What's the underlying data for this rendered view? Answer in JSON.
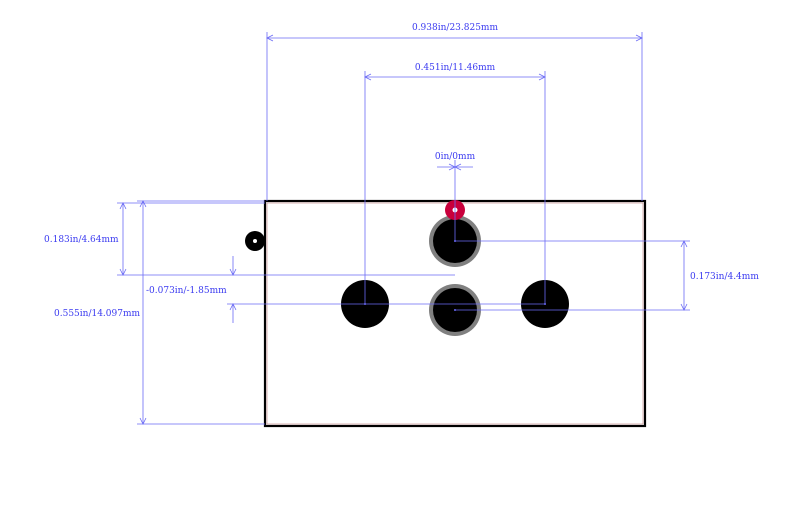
{
  "dimensions": {
    "total_width": "0.938in/23.825mm",
    "pin_spacing": "0.451in/11.46mm",
    "center_offset": "0in/0mm",
    "top_height": "0.183in/4.64mm",
    "offset_y": "-0.073in/-1.85mm",
    "total_height": "0.555in/14.097mm",
    "right_height": "0.173in/4.4mm"
  },
  "colors": {
    "dimension": "#3a3af0",
    "outline": "#000000",
    "pad": "#000000",
    "pad_ring": "#808080",
    "pin1_marker": "#c8003c"
  }
}
